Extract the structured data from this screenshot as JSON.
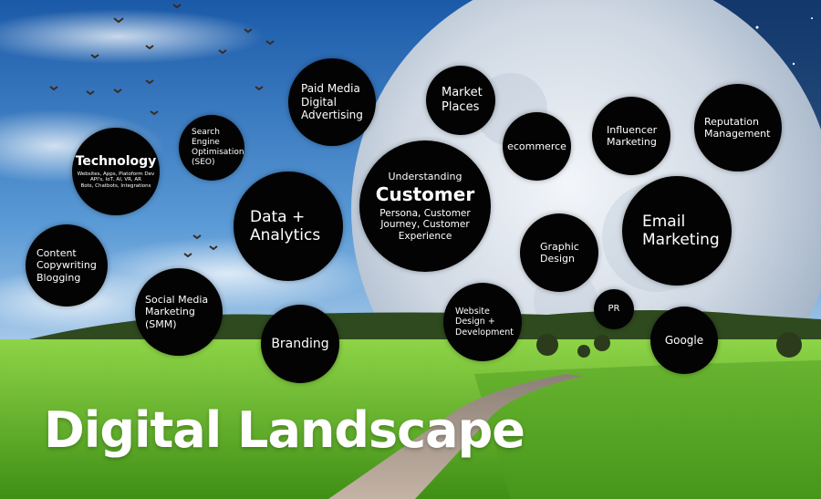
{
  "title": "Digital Landscape",
  "colors": {
    "bubble": "#030303",
    "text": "#ffffff",
    "sky": "#3f83c9",
    "grass": "#6bc02c",
    "road": "#b9a79a"
  },
  "nodes": {
    "paid_media": {
      "lines": [
        "Paid Media",
        "Digital",
        "Advertising"
      ]
    },
    "market_places": {
      "lines": [
        "Market",
        "Places"
      ]
    },
    "search_engine": {
      "lines": [
        "Search",
        "Engine",
        "Optimisation",
        "(SEO)"
      ]
    },
    "technology": {
      "heading": "Technology",
      "lines": [
        "Websites, Apps, Platoform Dev",
        "API's, IoT, AI, VR, AR",
        "Bots, Chatbots, Integrations"
      ]
    },
    "understanding_customer": {
      "top": "Understanding",
      "heading": "Customer",
      "lines": [
        "Persona, Customer",
        "Journey, Customer",
        "Experience"
      ]
    },
    "ecommerce": {
      "lines": [
        "ecommerce"
      ]
    },
    "influencer": {
      "lines": [
        "Influencer",
        "Marketing"
      ]
    },
    "reputation": {
      "lines": [
        "Reputation",
        "Management"
      ]
    },
    "data_analytics": {
      "lines": [
        "Data +",
        "Analytics"
      ]
    },
    "email_marketing": {
      "lines": [
        "Email",
        "Marketing"
      ]
    },
    "graphic_design": {
      "lines": [
        "Graphic",
        "Design"
      ]
    },
    "content": {
      "lines": [
        "Content",
        "Copywriting",
        "Blogging"
      ]
    },
    "social_media": {
      "lines": [
        "Social Media",
        "Marketing",
        "(SMM)"
      ]
    },
    "website_design": {
      "lines": [
        "Website",
        "Design +",
        "Development"
      ]
    },
    "pr": {
      "lines": [
        "PR"
      ]
    },
    "google": {
      "lines": [
        "Google"
      ]
    },
    "branding": {
      "lines": [
        "Branding"
      ]
    }
  }
}
